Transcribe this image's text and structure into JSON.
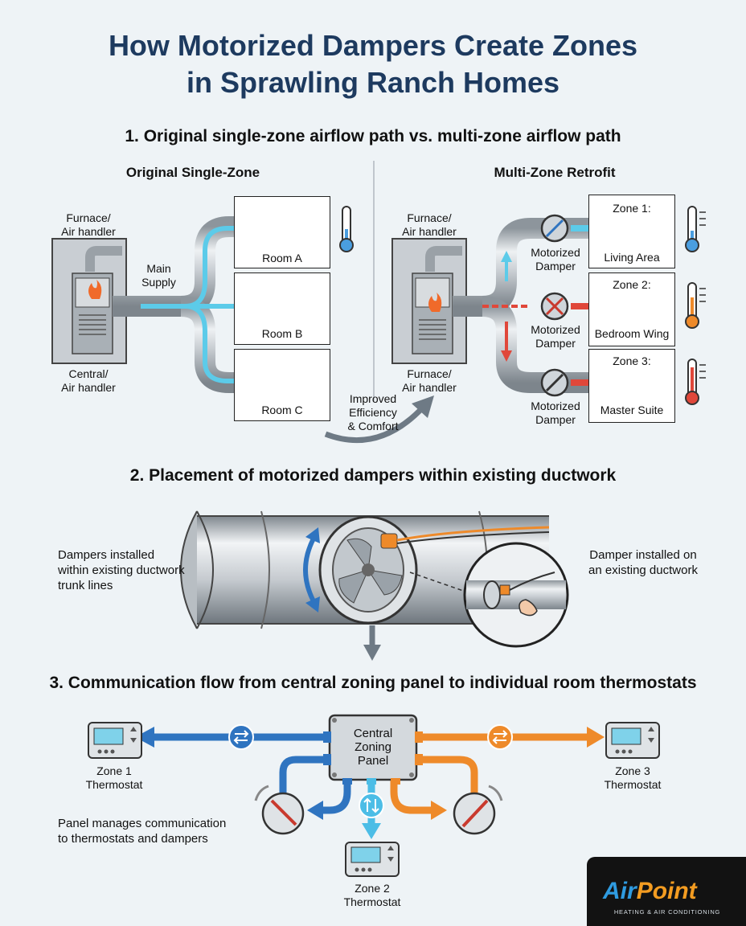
{
  "title_line1": "How Motorized Dampers Create Zones",
  "title_line2": "in Sprawling Ranch Homes",
  "section1": {
    "heading": "1. Original single-zone airflow path vs. multi-zone airflow path",
    "left": {
      "heading": "Original Single-Zone",
      "furnace_label": [
        "Furnace/",
        "Air handler"
      ],
      "central_label": [
        "Central/",
        "Air handler"
      ],
      "main_supply": [
        "Main",
        "Supply"
      ],
      "rooms": [
        "Room A",
        "Room B",
        "Room C"
      ]
    },
    "right": {
      "heading": "Multi-Zone Retrofit",
      "furnace_label": [
        "Furnace/",
        "Air handler"
      ],
      "furnace_label_bottom": [
        "Furnace/",
        "Air handler"
      ],
      "damper_label": [
        "Motorized",
        "Damper"
      ],
      "zones": [
        {
          "title": "Zone 1:",
          "name": "Living Area",
          "temp": "cool"
        },
        {
          "title": "Zone 2:",
          "name": "Bedroom Wing",
          "temp": "warm"
        },
        {
          "title": "Zone 3:",
          "name": "Master Suite",
          "temp": "hot"
        }
      ]
    },
    "improved": [
      "Improved",
      "Efficiency",
      "& Comfort"
    ]
  },
  "section2": {
    "heading": "2. Placement of motorized dampers within existing ductwork",
    "left_note": [
      "Dampers installed",
      "within existing ductwork",
      "trunk lines"
    ],
    "right_note": [
      "Damper installed on",
      "an existing ductwork"
    ]
  },
  "section3": {
    "heading": "3. Communication flow from central zoning panel to individual room thermostats",
    "panel": [
      "Central",
      "Zoning",
      "Panel"
    ],
    "thermostats": [
      [
        "Zone 1",
        "Thermostat"
      ],
      [
        "Zone 2",
        "Thermostat"
      ],
      [
        "Zone 3",
        "Thermostat"
      ]
    ],
    "note": [
      "Panel manages communication",
      "to thermostats and dampers"
    ]
  },
  "logo": {
    "brand_air": "Air",
    "brand_point": "Point",
    "tagline": "HEATING & AIR CONDITIONING"
  },
  "colors": {
    "title": "#1d3a5f",
    "cool": "#4cc3e6",
    "warm": "#e0473a",
    "blue_line": "#2f74c0",
    "orange_line": "#ee8a2a"
  }
}
